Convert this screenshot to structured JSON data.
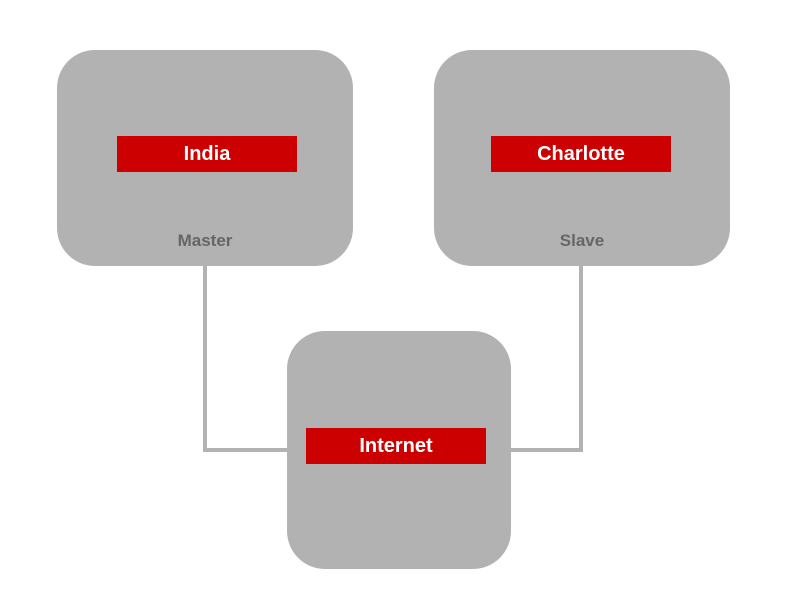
{
  "nodes": {
    "india": {
      "label": "India",
      "role": "Master"
    },
    "charlotte": {
      "label": "Charlotte",
      "role": "Slave"
    },
    "internet": {
      "label": "Internet"
    }
  },
  "colors": {
    "box": "#b2b2b2",
    "label": "#cc0000",
    "line": "#b2b2b2"
  }
}
